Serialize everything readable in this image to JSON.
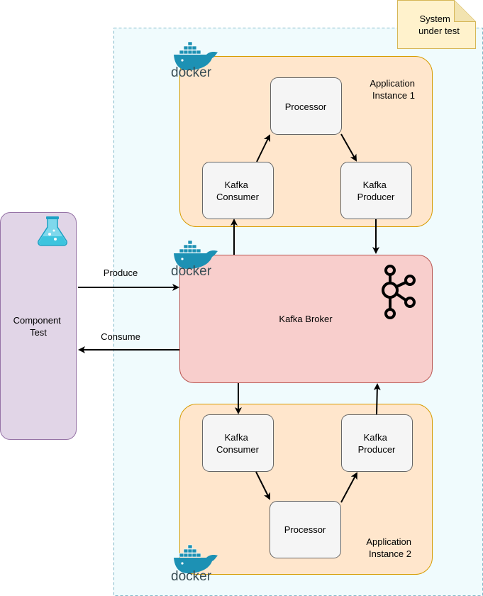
{
  "system_under_test": {
    "note_lines": [
      "System",
      "under test"
    ]
  },
  "component_test": {
    "label_lines": [
      "Component",
      "Test"
    ],
    "icon": "flask-icon"
  },
  "edges": {
    "produce": "Produce",
    "consume": "Consume"
  },
  "kafka_broker": {
    "label": "Kafka Broker",
    "icon": "kafka-logo-icon"
  },
  "instance_1": {
    "title_lines": [
      "Application",
      "Instance 1"
    ],
    "processor": "Processor",
    "consumer_lines": [
      "Kafka",
      "Consumer"
    ],
    "producer_lines": [
      "Kafka",
      "Producer"
    ]
  },
  "instance_2": {
    "title_lines": [
      "Application",
      "Instance 2"
    ],
    "processor": "Processor",
    "consumer_lines": [
      "Kafka",
      "Consumer"
    ],
    "producer_lines": [
      "Kafka",
      "Producer"
    ]
  },
  "docker_logo_text": "docker",
  "colors": {
    "sut_fill": "#f0fbfd",
    "sut_border": "#7fb9c9",
    "instance_fill": "#ffe6cc",
    "instance_border": "#d79b00",
    "broker_fill": "#f8cecc",
    "broker_border": "#b85450",
    "test_fill": "#e1d5e7",
    "test_border": "#9673a6",
    "note_fill": "#fff2cc",
    "note_border": "#d6b656",
    "box_fill": "#f5f5f5",
    "box_border": "#666666",
    "docker_blue": "#1d91b4"
  }
}
